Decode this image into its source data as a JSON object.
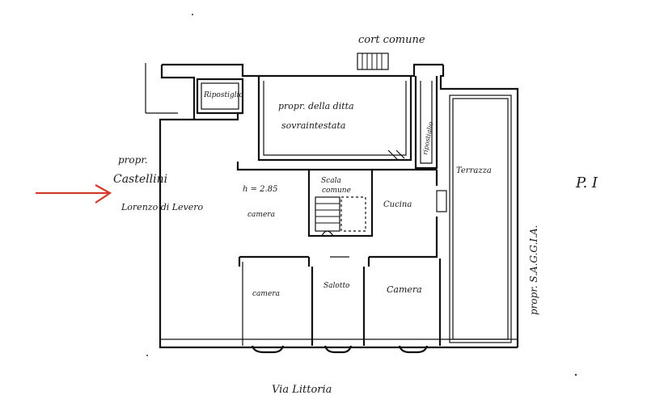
{
  "labels": {
    "corte_comune": "cort comune",
    "ripostiglio": "Ripostiglio",
    "propr_ditta_line1": "propr. della ditta",
    "propr_ditta_line2": "sovraintestata",
    "ripostiglio_side": "ripostiglio",
    "terrazza": "Terrazza",
    "height": "h = 2.85",
    "scala_line1": "Scala",
    "scala_line2": "comune",
    "cucina": "Cucina",
    "camera_top": "camera",
    "camera_left": "camera",
    "salotto": "Salotto",
    "camera_right": "Camera",
    "propr_castellini_line1": "propr.",
    "propr_castellini_line2": "Castellini",
    "propr_castellini_line3": "Lorenzo di Levero",
    "floor": "P. I",
    "propr_saggia": "propr. S.A.G.G.I.A.",
    "via_littoria": "Via Littoria"
  },
  "colors": {
    "arrow": "#d23a2a",
    "ink": "#111111"
  }
}
